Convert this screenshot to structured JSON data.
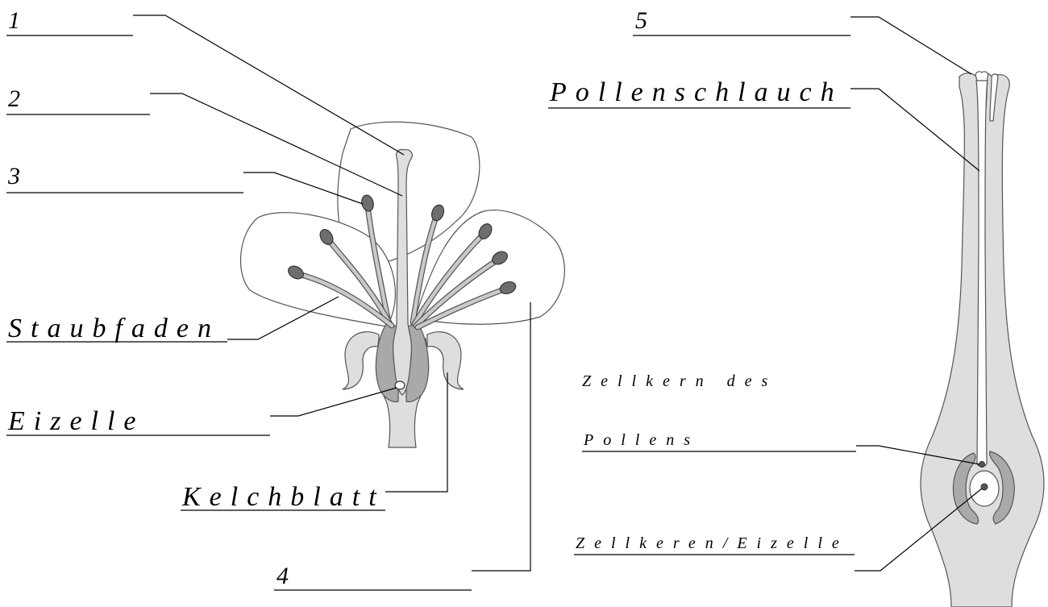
{
  "labels": {
    "n1": "1",
    "n2": "2",
    "n3": "3",
    "n4": "4",
    "n5": "5",
    "staubfaden": "Staubfaden",
    "eizelle": "Eizelle",
    "kelchblatt": "Kelchblatt",
    "pollenschlauch": "Pollenschlauch",
    "zellkern_des": "Zellkern des",
    "pollens": "Pollens",
    "zellkeren_eizelle": "Zellkeren/Eizelle"
  },
  "colors": {
    "line": "#000000",
    "outline": "#555555",
    "tissue": "#dedede",
    "dark_tissue": "#a9a9a9",
    "anther": "#6e6e6e"
  }
}
